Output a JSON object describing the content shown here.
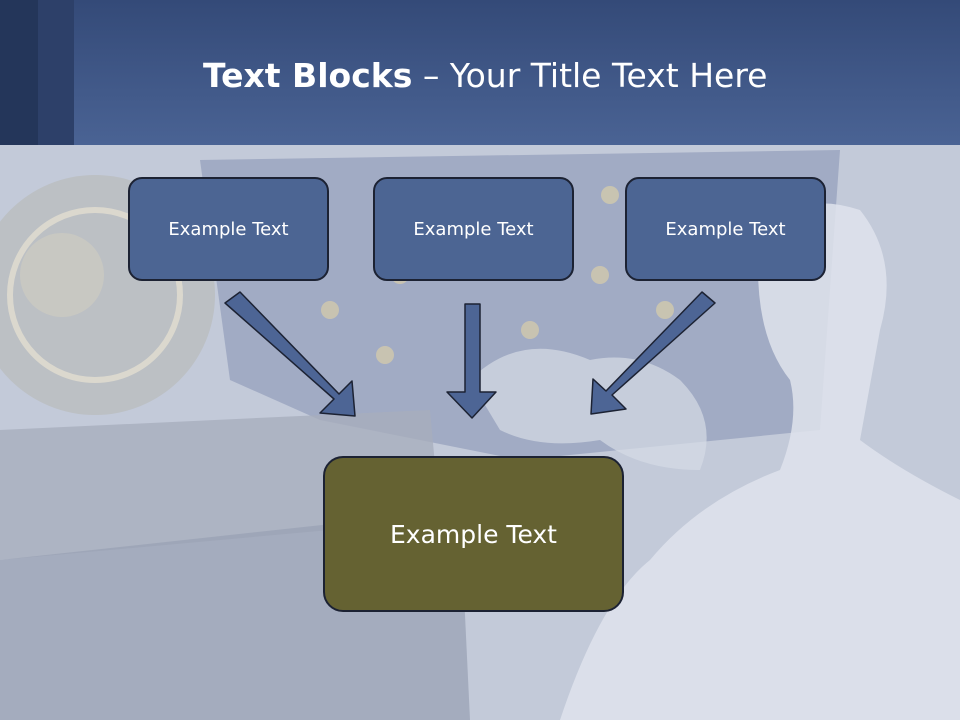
{
  "title": {
    "bold": "Text Blocks",
    "rest": " – Your Title Text Here"
  },
  "boxes": {
    "left": "Example Text",
    "center": "Example Text",
    "right": "Example Text",
    "bottom": "Example Text"
  },
  "colors": {
    "header": "#4a6394",
    "box_top": "#4c6593",
    "box_bottom": "#656232",
    "arrow": "#4d6595"
  }
}
